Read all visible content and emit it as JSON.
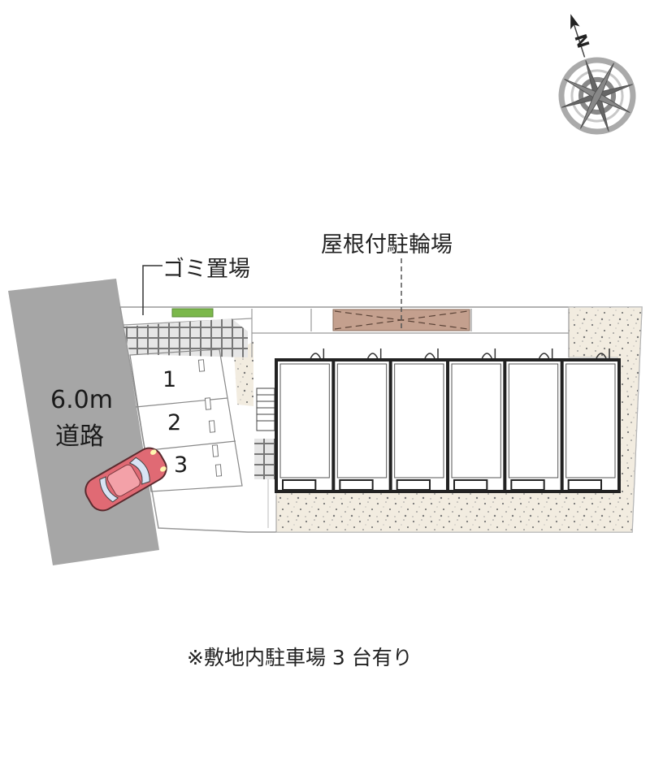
{
  "labels": {
    "road_width": "6.0m",
    "road": "道路",
    "garbage_area": "ゴミ置場",
    "covered_bike_parking": "屋根付駐輪場",
    "parking_note": "※敷地内駐車場 3 台有り"
  },
  "parking_slots": [
    "1",
    "2",
    "3"
  ],
  "compass": {
    "north_letter": "N",
    "icon": "compass-rose-icon"
  },
  "colors": {
    "road": "#a6a6a6",
    "car": "#e06a74",
    "bike_shelter": "#c4a08e",
    "gravel": "#f2ece0",
    "building_outline": "#222222"
  }
}
